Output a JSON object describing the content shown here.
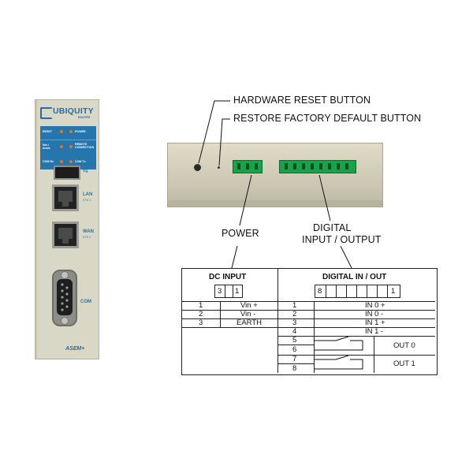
{
  "router": {
    "brand": "UBIQUITY",
    "brand_sub": "ROUTER",
    "leds": [
      {
        "label": "RESET",
        "side": "left"
      },
      {
        "label": "POWER",
        "side": "right"
      },
      {
        "label": "REMOTE CONNECTION",
        "side": "right"
      },
      {
        "label": "COM Rx",
        "side": "left"
      },
      {
        "label": "COM Tx",
        "side": "right"
      }
    ],
    "led_small": "link / mode",
    "usb_symbol": "⇆",
    "lan_label": "LAN",
    "lan_sub": "ETH 1",
    "wan_label": "WAN",
    "wan_sub": "ETH 2",
    "com_label": "COM",
    "maker": "ASEM+"
  },
  "callouts": {
    "hardware_reset": "HARDWARE RESET BUTTON",
    "restore_default": "RESTORE FACTORY DEFAULT BUTTON",
    "power": "POWER",
    "digital_line1": "DIGITAL",
    "digital_line2": "INPUT / OUTPUT"
  },
  "table": {
    "dc_title": "DC INPUT",
    "dc_pins_shown": [
      "3",
      "1"
    ],
    "dc_rows": [
      {
        "pin": "1",
        "signal": "Vin +"
      },
      {
        "pin": "2",
        "signal": "Vin -"
      },
      {
        "pin": "3",
        "signal": "EARTH"
      }
    ],
    "dio_title": "DIGITAL IN / OUT",
    "dio_pins_shown": [
      "8",
      "1"
    ],
    "dio_rows": [
      {
        "pin": "1",
        "signal": "IN 0 +"
      },
      {
        "pin": "2",
        "signal": "IN 0 -"
      },
      {
        "pin": "3",
        "signal": "IN 1 +"
      },
      {
        "pin": "4",
        "signal": "IN 1 -"
      }
    ],
    "out_rows": [
      {
        "pins": [
          "5",
          "6"
        ],
        "signal": "OUT 0"
      },
      {
        "pins": [
          "7",
          "8"
        ],
        "signal": "OUT 1"
      }
    ]
  },
  "colors": {
    "panel_blue": "#2476ac",
    "led_orange": "#e8731c",
    "terminal_green": "#16a34a",
    "case_beige": "#d9d7c6"
  }
}
